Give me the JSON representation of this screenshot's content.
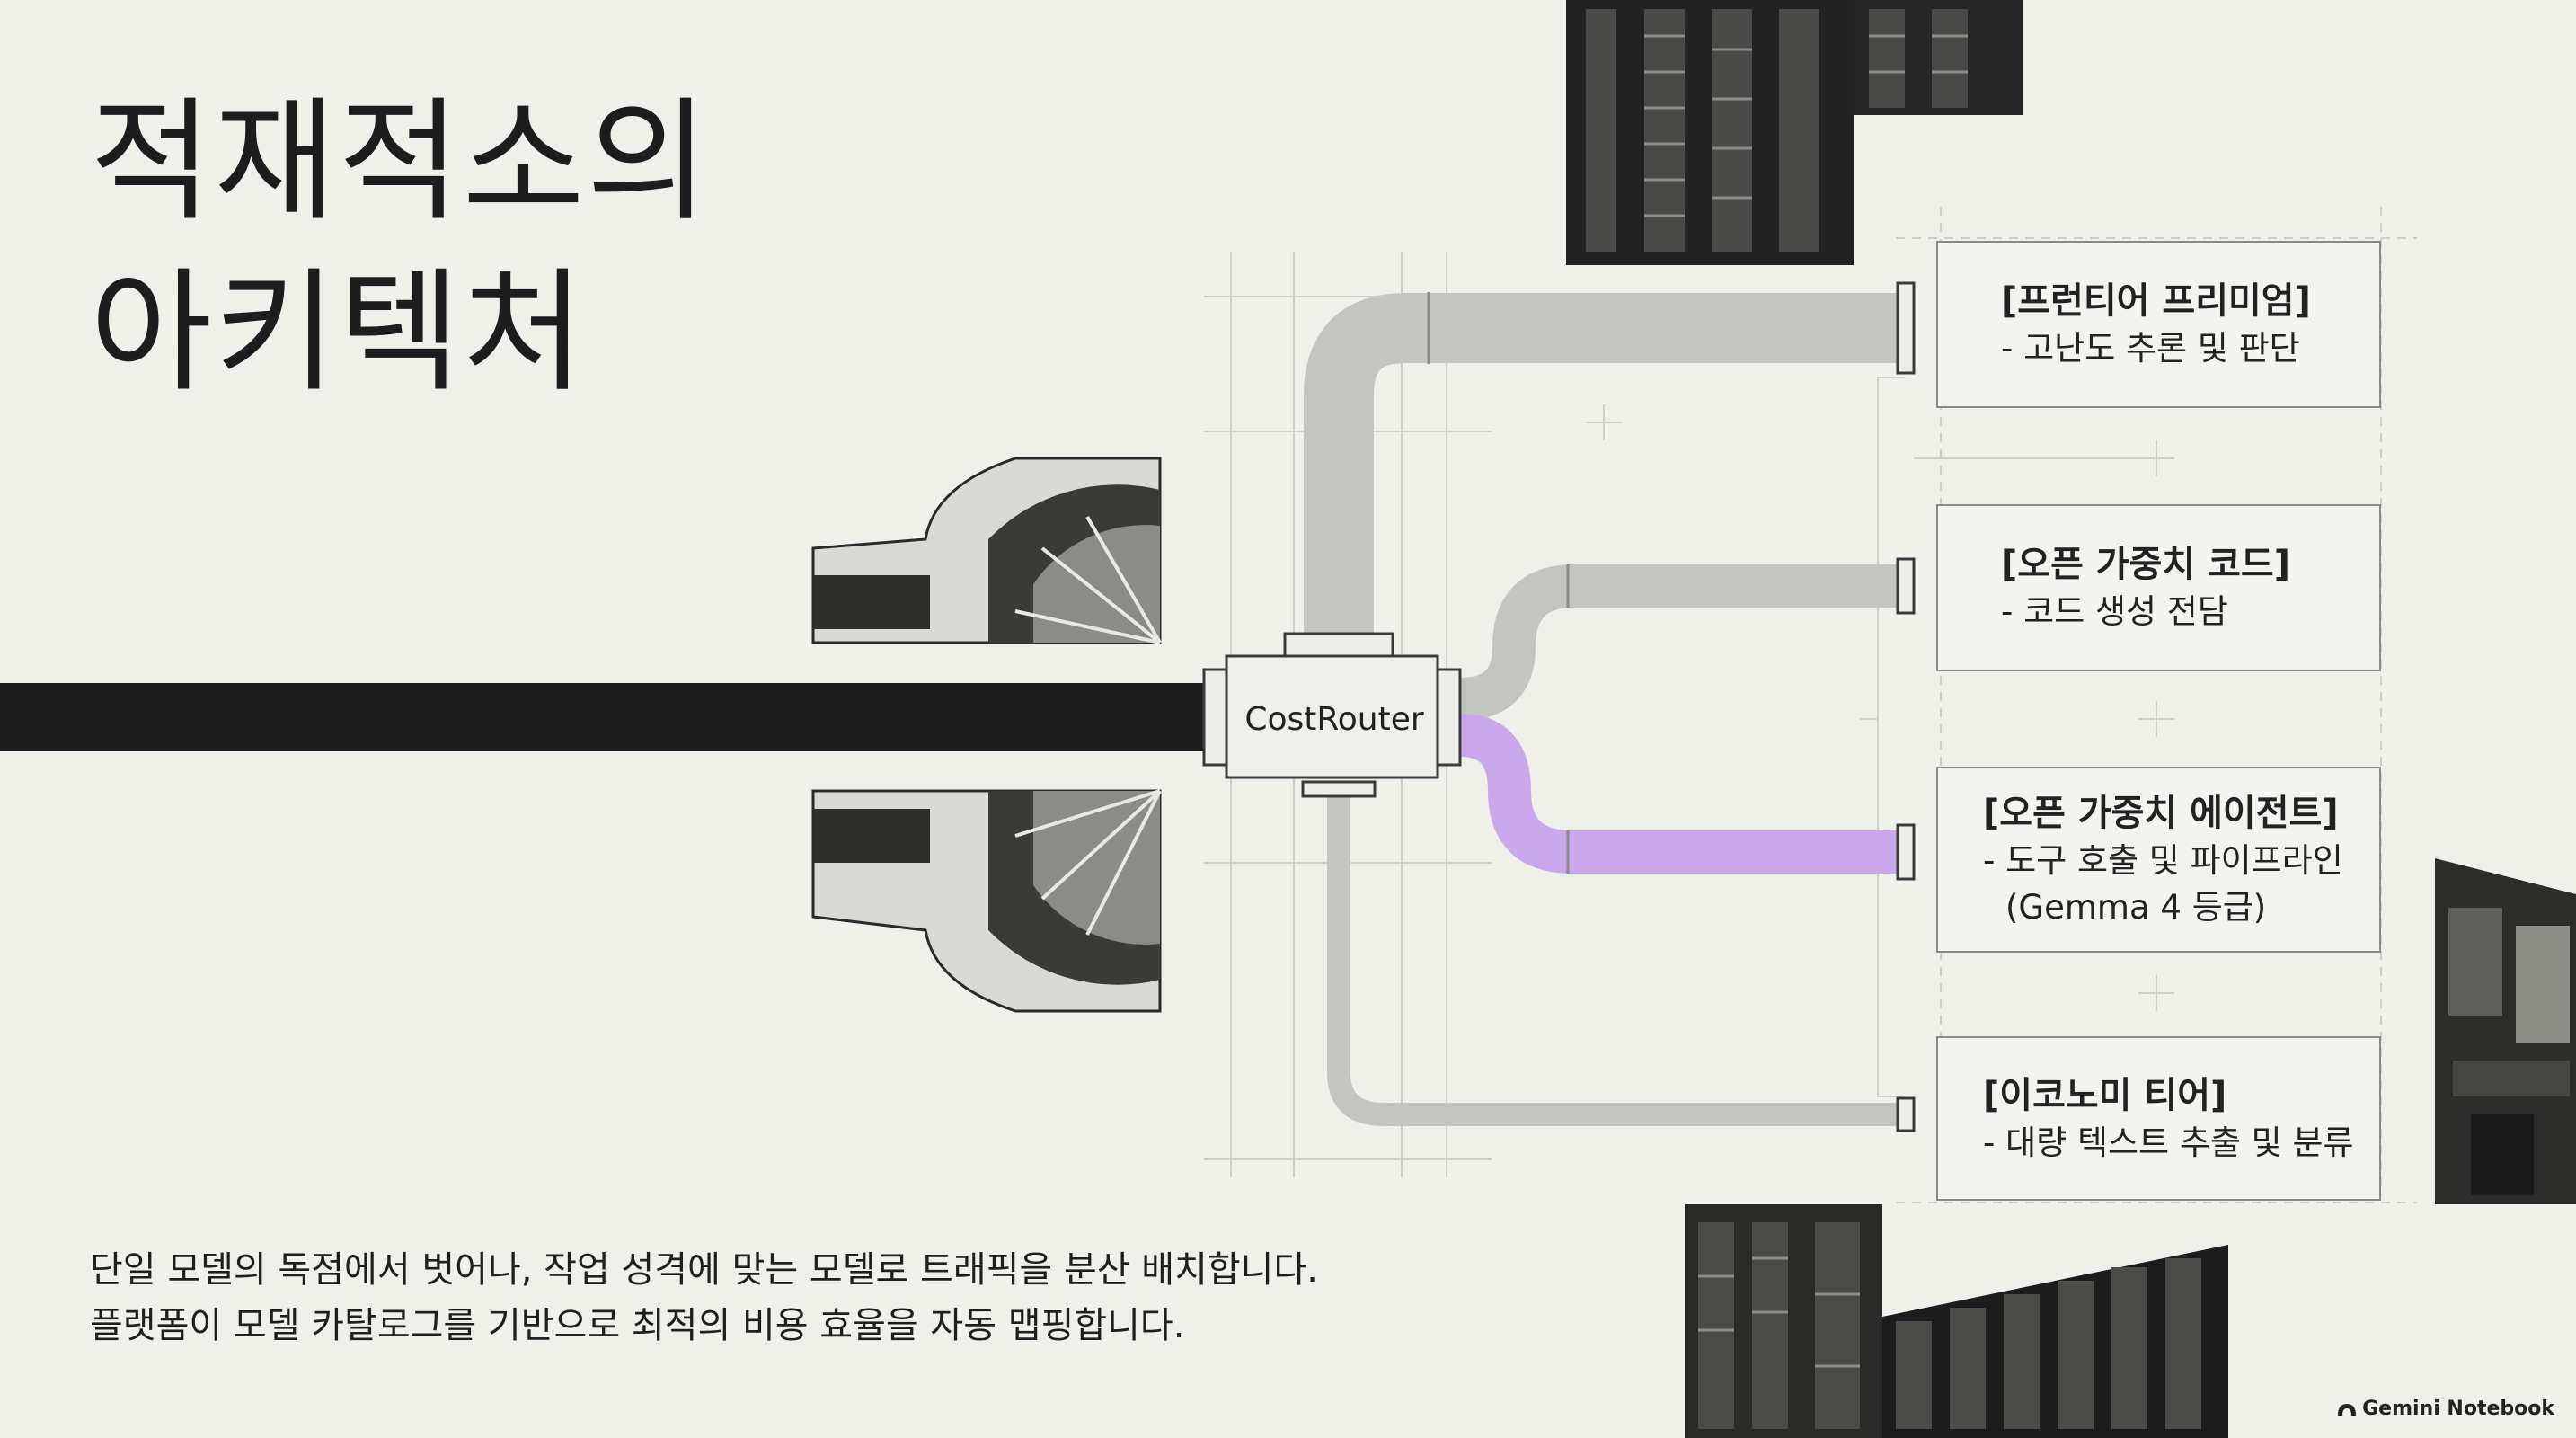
{
  "title": {
    "line1": "적재적소의",
    "line2": "아키텍처"
  },
  "router": {
    "label": "CostRouter"
  },
  "tiers": [
    {
      "title": "[프런티어 프리미엄]",
      "lines": [
        "- 고난도 추론 및 판단"
      ]
    },
    {
      "title": "[오픈 가중치 코드]",
      "lines": [
        "- 코드 생성 전담"
      ]
    },
    {
      "title": "[오픈 가중치 에이전트]",
      "lines": [
        "- 도구 호출 및 파이프라인",
        "(Gemma 4 등급)"
      ]
    },
    {
      "title": "[이코노미 티어]",
      "lines": [
        "- 대량 텍스트 추출 및 분류"
      ]
    }
  ],
  "description": {
    "line1": "단일 모델의 독점에서 벗어나, 작업 성격에 맞는 모델로 트래픽을 분산 배치합니다.",
    "line2": "플랫폼이 모델 카탈로그를 기반으로 최적의 비용 효율을 자동 맵핑합니다."
  },
  "watermark": {
    "text": "Gemini Notebook"
  },
  "colors": {
    "background": "#f0f0eb",
    "pipe_gray": "#c4c4c0",
    "pipe_highlight": "#c9a9ec",
    "input_pipe": "#1c1c1c"
  },
  "icons": [
    "server-rack-photo",
    "turbine-cutaway-illustration",
    "control-console-photo",
    "notebook-logo-icon"
  ]
}
